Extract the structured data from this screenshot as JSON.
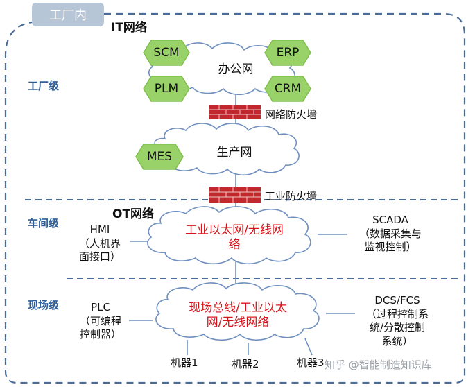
{
  "factory_tab": "工厂内",
  "sections": {
    "it_title": "IT网络",
    "ot_title": "OT网络"
  },
  "tiers": {
    "factory_level": "工厂级",
    "workshop_level": "车间级",
    "field_level": "现场级"
  },
  "office_network": {
    "label": "办公网",
    "systems": [
      "SCM",
      "ERP",
      "PLM",
      "CRM"
    ]
  },
  "firewalls": {
    "network_firewall": "网络防火墙",
    "industrial_firewall": "工业防火墙"
  },
  "production_network": {
    "label": "生产网",
    "systems": [
      "MES"
    ]
  },
  "industrial_network": {
    "line1": "工业以太网/无线网",
    "line2": "络"
  },
  "field_network": {
    "line1": "现场总线/工业以太",
    "line2": "网/无线网络"
  },
  "hmi": {
    "line1": "HMI",
    "line2": "（人机界",
    "line3": "面接口）"
  },
  "scada": {
    "line1": "SCADA",
    "line2": "（数据采集与",
    "line3": "监视控制）"
  },
  "plc": {
    "line1": "PLC",
    "line2": "（可编程",
    "line3": "控制器）"
  },
  "dcs": {
    "line1": "DCS/FCS",
    "line2": "（过程控制系",
    "line3": "统/分散控制",
    "line4": "系统）"
  },
  "machines": [
    "机器1",
    "机器2",
    "机器3"
  ],
  "watermark": "知乎 @智能制造知识库",
  "colors": {
    "hex_fill": "#9ad26a",
    "hex_stroke": "#7fbf4d",
    "cloud_stroke": "#6f8fbf",
    "boundary": "#4a6c98",
    "tier_text": "#2e5f9b",
    "firewall": "#c0282e",
    "red_text": "#d8141b"
  }
}
